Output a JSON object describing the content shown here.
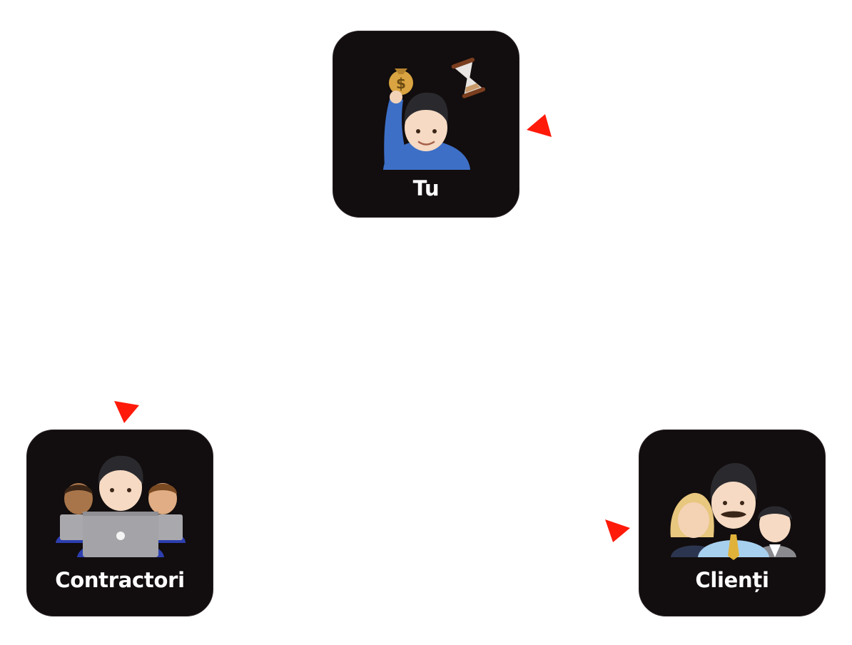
{
  "diagram": {
    "nodes": [
      {
        "id": "tu",
        "label": "Tu",
        "icon": "man-raising-hand-with-money-bag-and-hourglass-icon"
      },
      {
        "id": "contractori",
        "label": "Contractori",
        "icon": "people-with-laptops-icon"
      },
      {
        "id": "clienti",
        "label": "Clienți",
        "icon": "family-group-icon"
      }
    ],
    "arrow_color": "#ff1a0a",
    "node_color": "#120d0e"
  }
}
